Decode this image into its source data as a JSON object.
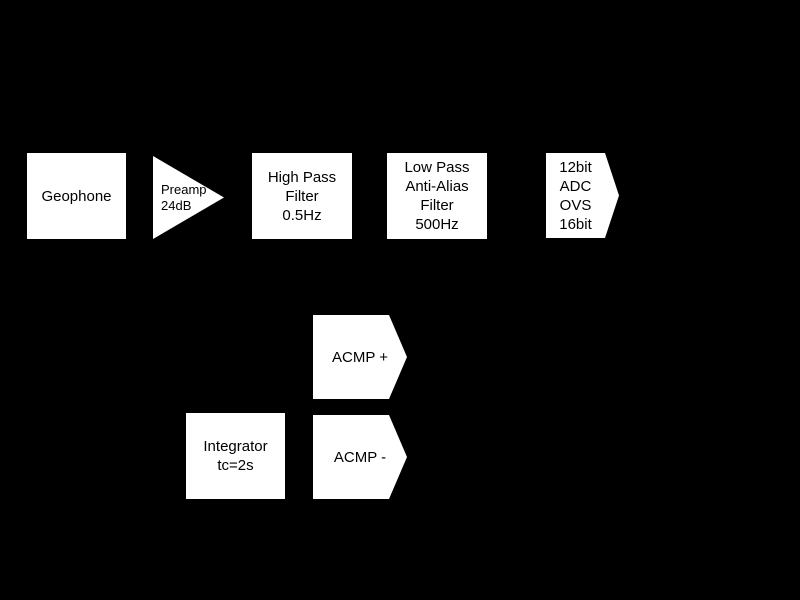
{
  "colors": {
    "background": "#000000",
    "shape_fill": "#ffffff",
    "shape_text": "#000000"
  },
  "nodes": {
    "geophone": {
      "label": "Geophone"
    },
    "preamp": {
      "line1": "Preamp",
      "line2": "24dB"
    },
    "high_pass": {
      "line1": "High Pass",
      "line2": "Filter",
      "line3": "0.5Hz"
    },
    "low_pass": {
      "line1": "Low Pass",
      "line2": "Anti-Alias",
      "line3": "Filter",
      "line4": "500Hz"
    },
    "adc": {
      "line1": "12bit",
      "line2": "ADC",
      "line3": "OVS",
      "line4": "16bit"
    },
    "acmp_plus": {
      "label": "ACMP +"
    },
    "integrator": {
      "line1": "Integrator",
      "line2": "tc=2s"
    },
    "acmp_minus": {
      "label": "ACMP -"
    }
  }
}
